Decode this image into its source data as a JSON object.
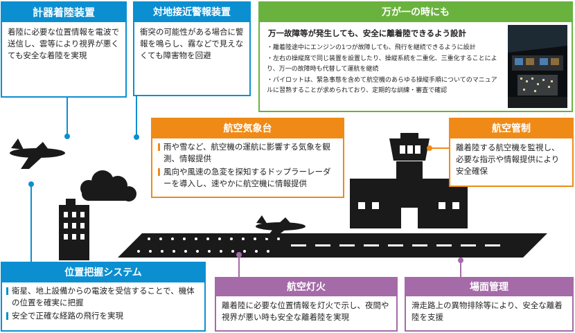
{
  "instrument_landing": {
    "title": "計器着陸装置",
    "text": "着陸に必要な位置情報を電波で送信し、雲等により視界が悪くても安全な着陸を実現"
  },
  "ground_proximity": {
    "title": "対地接近警報装置",
    "text": "衝突の可能性がある場合に警報を鳴らし、霧などで見えなくても障害物を回避"
  },
  "emergency": {
    "title": "万が一の時にも",
    "lead": "万一故障等が発生しても、安全に離着陸できるよう設計",
    "bullets": [
      "離着陸途中にエンジンの1つが故障しても、飛行を継続できるように設計",
      "左右の操縦席で同じ装置を設置したり、操縦系統を二重化、三重化することにより、万一の故障時も代替して運航を継続",
      "パイロットは、緊急事態を含めて航空機のあらゆる操縦手順についてのマニュアルに習熟することが求められており、定期的な訓練・審査で確認"
    ]
  },
  "weather": {
    "title": "航空気象台",
    "items": [
      "雨や雪など、航空機の運航に影響する気象を観測、情報提供",
      "風向や風速の急変を探知するドップラーレーダーを導入し、速やかに航空機に情報提供"
    ]
  },
  "atc": {
    "title": "航空管制",
    "text": "離着陸する航空機を監視し、必要な指示や情報提供により安全確保"
  },
  "positioning": {
    "title": "位置把握システム",
    "items": [
      "衛星、地上設備からの電波を受信することで、機体の位置を確実に把握",
      "安全で正確な経路の飛行を実現"
    ]
  },
  "lights": {
    "title": "航空灯火",
    "text": "離着陸に必要な位置情報を灯火で示し、夜間や視界が悪い時も安全な離着陸を実現"
  },
  "surface": {
    "title": "場面管理",
    "text": "滑走路上の異物排除等により、安全な離着陸を支援"
  },
  "colors": {
    "blue": "#0b8fd1",
    "orange": "#ef8a17",
    "purple": "#a56aa8",
    "green": "#6ab23e",
    "silhouette": "#1a1a1a"
  }
}
